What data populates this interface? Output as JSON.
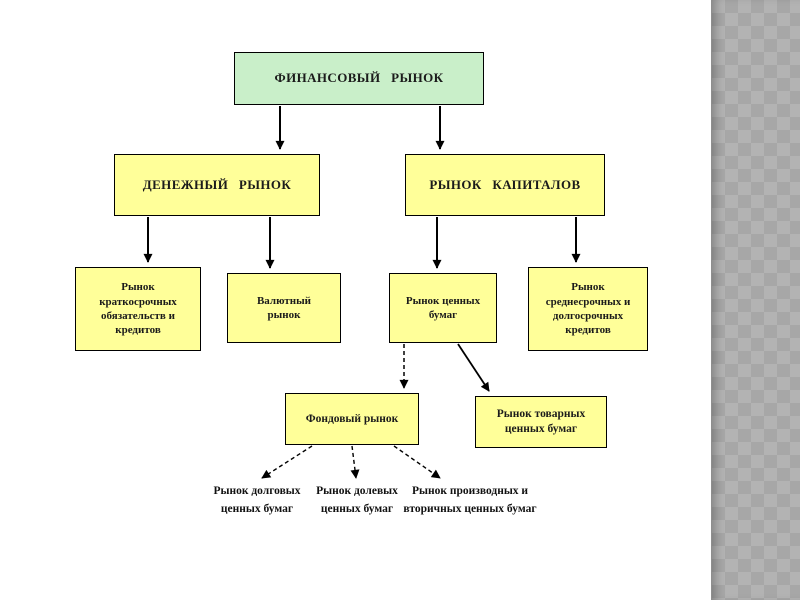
{
  "diagram": {
    "root": {
      "label": "ФИНАНСОВЫЙ РЫНОК"
    },
    "level2": [
      {
        "label": "ДЕНЕЖНЫЙ РЫНОК"
      },
      {
        "label": "РЫНОК КАПИТАЛОВ"
      }
    ],
    "level3": [
      {
        "label": "Рынок краткосрочных обязательств и кредитов"
      },
      {
        "label": "Валютный рынок"
      },
      {
        "label": "Рынок ценных бумаг"
      },
      {
        "label": "Рынок среднесрочных и долгосрочных кредитов"
      }
    ],
    "level4": [
      {
        "label": "Фондовый рынок"
      },
      {
        "label": "Рынок товарных ценных бумаг"
      }
    ],
    "level5": [
      {
        "label": "Рынок долговых ценных бумаг"
      },
      {
        "label": "Рынок долевых ценных бумаг"
      },
      {
        "label": "Рынок производных и вторичных ценных бумаг"
      }
    ],
    "colors": {
      "root_fill": "#c9efc9",
      "node_fill": "#ffff99",
      "border": "#000000",
      "band_base": "#b3b3b3",
      "band_diamond": "#a7a7a7"
    }
  }
}
